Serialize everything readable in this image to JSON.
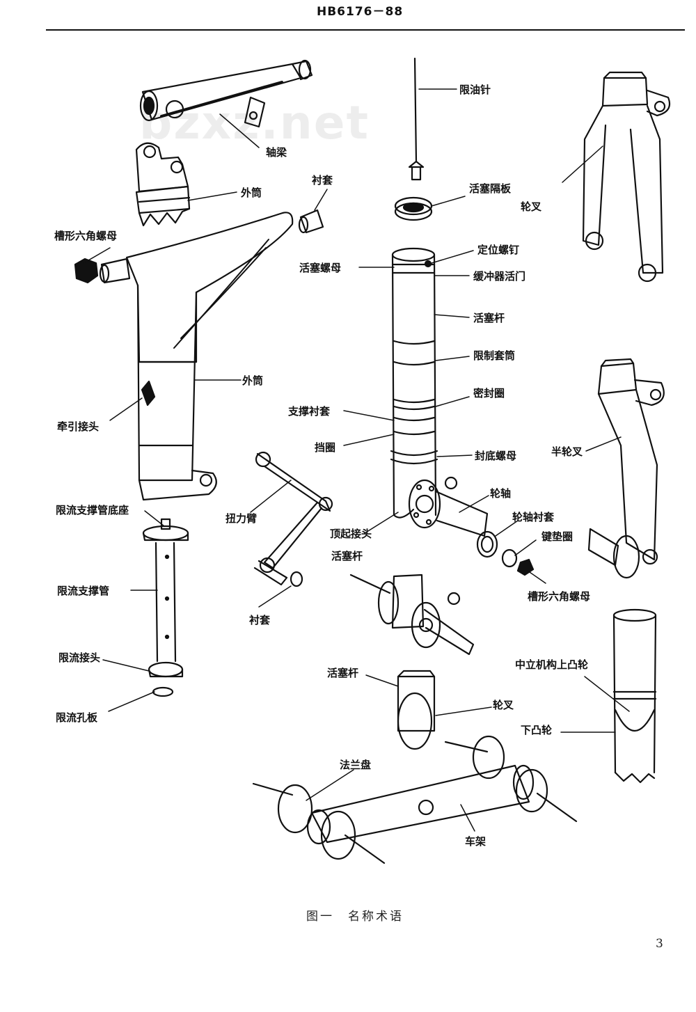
{
  "header": {
    "doc_code": "HB6176－88"
  },
  "watermark": "bzxz.net",
  "labels": {
    "zhouliang": "轴梁",
    "waitong_top": "外筒",
    "chentao_top": "衬套",
    "caoxing_luomu_left": "槽形六角螺母",
    "waitong_main": "外筒",
    "qianyin_jietou": "牵引接头",
    "xianyouzhen": "限油针",
    "huosai_geban": "活塞隔板",
    "lunch": "轮叉",
    "dingwei_luoding": "定位螺钉",
    "huosai_luomu": "活塞螺母",
    "huanchongqi_huomen": "缓冲器活门",
    "huosaigan_1": "活塞杆",
    "xianzhi_taotong": "限制套筒",
    "mifengquan": "密封圈",
    "zhicheng_chentao": "支撑衬套",
    "dangquan": "挡圈",
    "fengdi_luomu": "封底螺母",
    "banlunch": "半轮叉",
    "lunzhou": "轮轴",
    "lunzhou_chentao": "轮轴衬套",
    "jiandianquan": "键垫圈",
    "caoxing_luomu_right": "槽形六角螺母",
    "niuligan": "扭力臂",
    "dingqi_jietou": "顶起接头",
    "huosaigan_2": "活塞杆",
    "chentao_bottom": "衬套",
    "xianliu_dizuo": "限流支撑管底座",
    "xianliu_guan": "限流支撑管",
    "xianliu_jietou": "限流接头",
    "xianliu_kongban": "限流孔板",
    "huosaigan_3": "活塞杆",
    "lunch_2": "轮叉",
    "zhongli_shangtulun": "中立机构上凸轮",
    "xiatulun": "下凸轮",
    "falanpan": "法兰盘",
    "chejia": "车架"
  },
  "caption": "图一　名称术语",
  "page_number": "3"
}
